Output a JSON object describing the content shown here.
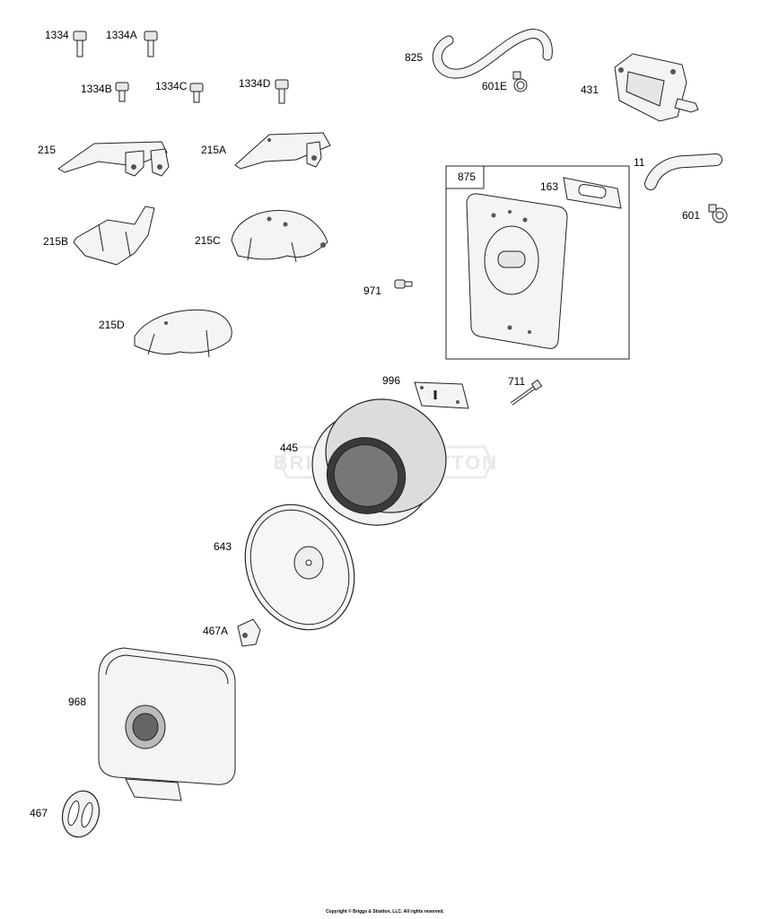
{
  "parts": [
    {
      "key": "p1334",
      "label": "1334"
    },
    {
      "key": "p1334A",
      "label": "1334A"
    },
    {
      "key": "p1334B",
      "label": "1334B"
    },
    {
      "key": "p1334C",
      "label": "1334C"
    },
    {
      "key": "p1334D",
      "label": "1334D"
    },
    {
      "key": "p215",
      "label": "215"
    },
    {
      "key": "p215A",
      "label": "215A"
    },
    {
      "key": "p215B",
      "label": "215B"
    },
    {
      "key": "p215C",
      "label": "215C"
    },
    {
      "key": "p215D",
      "label": "215D"
    },
    {
      "key": "p825",
      "label": "825"
    },
    {
      "key": "p601E",
      "label": "601E"
    },
    {
      "key": "p431",
      "label": "431"
    },
    {
      "key": "p11",
      "label": "11"
    },
    {
      "key": "p601",
      "label": "601"
    },
    {
      "key": "p875",
      "label": "875"
    },
    {
      "key": "p163",
      "label": "163"
    },
    {
      "key": "p971",
      "label": "971"
    },
    {
      "key": "p996",
      "label": "996"
    },
    {
      "key": "p711",
      "label": "711"
    },
    {
      "key": "p445",
      "label": "445"
    },
    {
      "key": "p643",
      "label": "643"
    },
    {
      "key": "p467A",
      "label": "467A"
    },
    {
      "key": "p968",
      "label": "968"
    },
    {
      "key": "p467",
      "label": "467"
    }
  ],
  "labels": {
    "p1334": "1334",
    "p1334A": "1334A",
    "p1334B": "1334B",
    "p1334C": "1334C",
    "p1334D": "1334D",
    "p215": "215",
    "p215A": "215A",
    "p215B": "215B",
    "p215C": "215C",
    "p215D": "215D",
    "p825": "825",
    "p601E": "601E",
    "p431": "431",
    "p11": "11",
    "p601": "601",
    "p875": "875",
    "p163": "163",
    "p971": "971",
    "p996": "996",
    "p711": "711",
    "p445": "445",
    "p643": "643",
    "p467A": "467A",
    "p968": "968",
    "p467": "467"
  },
  "watermark": "BRIGGS&STRATTON",
  "copyright": "Copyright © Briggs & Stratton, LLC. All rights reserved."
}
